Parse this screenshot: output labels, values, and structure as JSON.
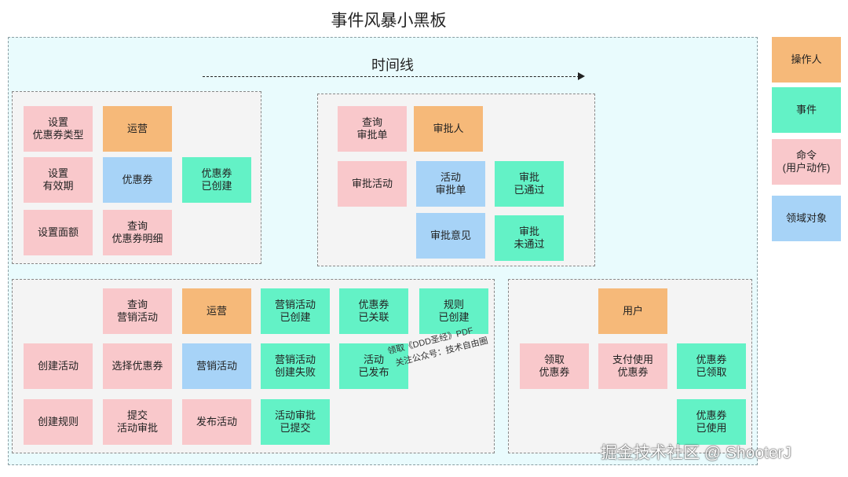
{
  "title": "事件风暴小黑板",
  "timeline": "时间线",
  "legend": {
    "actor": "操作人",
    "event": "事件",
    "command": "命令\n(用户动作)",
    "domain": "领域对象"
  },
  "group_coupon": {
    "set_coupon_type": "设置\n优惠券类型",
    "set_validity": "设置\n有效期",
    "set_amount": "设置面额",
    "actor_ops": "运营",
    "coupon": "优惠券",
    "query_coupon_detail": "查询\n优惠券明细",
    "coupon_created": "优惠券\n已创建"
  },
  "group_approval": {
    "query_approval": "查询\n审批单",
    "approver": "审批人",
    "approve_activity": "审批活动",
    "activity_approval": "活动\n审批单",
    "approval_opinion": "审批意见",
    "approved": "审批\n已通过",
    "rejected": "审批\n未通过"
  },
  "group_activity": {
    "query_activity": "查询\n营销活动",
    "actor_ops": "运营",
    "activity_created": "营销活动\n已创建",
    "coupon_linked": "优惠券\n已关联",
    "rule_created": "规则\n已创建",
    "create_activity": "创建活动",
    "select_coupon": "选择优惠券",
    "marketing_activity": "营销活动",
    "activity_create_failed": "营销活动\n创建失败",
    "activity_published": "活动\n已发布",
    "create_rule": "创建规则",
    "submit_approval": "提交\n活动审批",
    "publish_activity": "发布活动",
    "approval_submitted": "活动审批\n已提交"
  },
  "group_user": {
    "actor_user": "用户",
    "claim_coupon": "领取\n优惠券",
    "pay_with_coupon": "支付使用\n优惠券",
    "coupon_claimed": "优惠券\n已领取",
    "coupon_used": "优惠券\n已使用"
  },
  "watermark": {
    "line1": "领取《DDD圣经》PDF",
    "line2": "关注公众号：技术自由圈"
  },
  "credit": "掘金技术社区 @ ShooterJ",
  "colors": {
    "actor": "#f6b979",
    "event": "#63f2c6",
    "command": "#f9c8cb",
    "domain": "#a7d3f7",
    "board": "#e9fbfd"
  }
}
